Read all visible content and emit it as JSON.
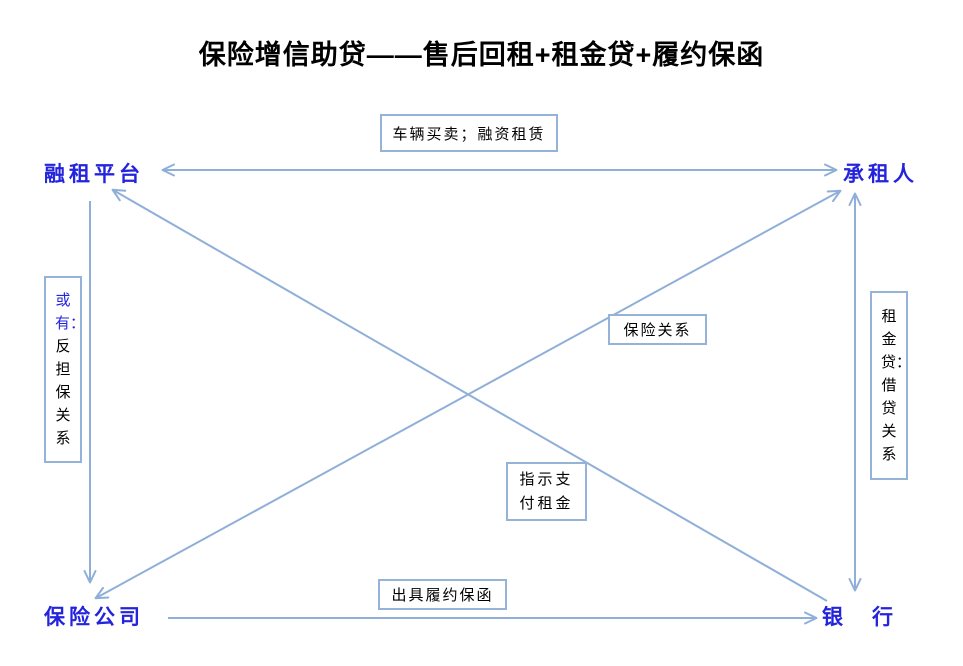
{
  "title": "保险增信助贷——售后回租+租金贷+履约保函",
  "nodes": {
    "platform": "融租平台",
    "lessee": "承租人",
    "insurer": "保险公司",
    "bank": "银　行"
  },
  "labels": {
    "sale_lease": "车辆买卖；融资租赁",
    "counter_guarantee_highlight": "或有：",
    "counter_guarantee_rest": "反担保关系",
    "rent_loan": "租金贷：借贷关系",
    "insurance_relation": "保险关系",
    "pay_instruction": "指示支付租金",
    "bond_issue": "出具履约保函"
  },
  "colors": {
    "line": "#8FAFD9",
    "box_border": "#95B3D7",
    "node_text": "#2424DC",
    "label_text": "#000000"
  }
}
